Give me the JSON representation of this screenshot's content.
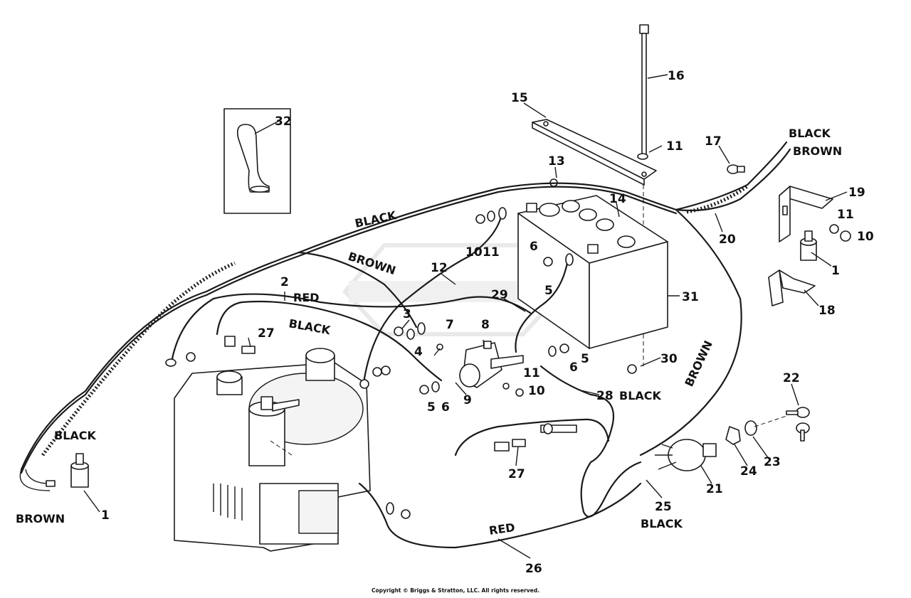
{
  "part_numbers": {
    "n1a": "1",
    "n1b": "1",
    "n2": "2",
    "n3": "3",
    "n4": "4",
    "n5a": "5",
    "n5b": "5",
    "n5c": "5",
    "n6a": "6",
    "n6b": "6",
    "n6c": "6",
    "n7": "7",
    "n8": "8",
    "n9": "9",
    "n10a": "10",
    "n10b": "10",
    "n10c": "10",
    "n11a": "11",
    "n11b": "11",
    "n11c": "11",
    "n11d": "11",
    "n12": "12",
    "n13": "13",
    "n14": "14",
    "n15": "15",
    "n16": "16",
    "n17": "17",
    "n18": "18",
    "n19": "19",
    "n20": "20",
    "n21": "21",
    "n22": "22",
    "n23": "23",
    "n24": "24",
    "n25": "25",
    "n26": "26",
    "n27a": "27",
    "n27b": "27",
    "n28": "28",
    "n29": "29",
    "n30": "30",
    "n31": "31",
    "n32": "32"
  },
  "wire_labels": {
    "black_top": "BLACK",
    "brown_mid": "BROWN",
    "red_mid": "RED",
    "black_mid": "BLACK",
    "black_left": "BLACK",
    "brown_left": "BROWN",
    "black_topright": "BLACK",
    "brown_topright": "BROWN",
    "brown_right": "BROWN",
    "black_28": "BLACK",
    "black_25": "BLACK",
    "red_bottom": "RED"
  },
  "footer": {
    "copyright": "Copyright © Briggs & Stratton, LLC. All rights reserved."
  }
}
